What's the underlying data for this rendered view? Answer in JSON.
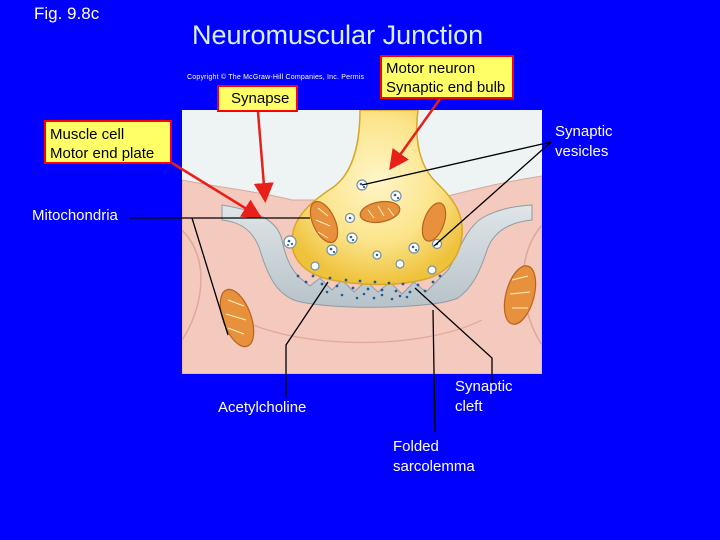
{
  "fig_label": "Fig. 9.8c",
  "title": "Neuromuscular Junction",
  "copyright": "Copyright © The McGraw-Hill Companies, Inc. Permis",
  "labels": {
    "synapse": "Synapse",
    "motor_neuron": "Motor neuron",
    "synaptic_end_bulb": "Synaptic end bulb",
    "muscle_cell": "Muscle cell",
    "motor_end_plate": "Motor end plate",
    "synaptic": "Synaptic",
    "vesicles": "vesicles",
    "mitochondria": "Mitochondria",
    "acetylcholine": "Acetylcholine",
    "cleft": "cleft",
    "folded": "Folded",
    "sarcolemma": "sarcolemma"
  },
  "colors": {
    "background": "#0000ff",
    "label_box_fill": "#ffff66",
    "label_box_border": "#ff0000",
    "arrow": "#e8201a",
    "neuron": "#f6d24a",
    "muscle": "#f4c9be",
    "end_plate": "#c9d3d6",
    "mitochondria": "#e8913c"
  }
}
